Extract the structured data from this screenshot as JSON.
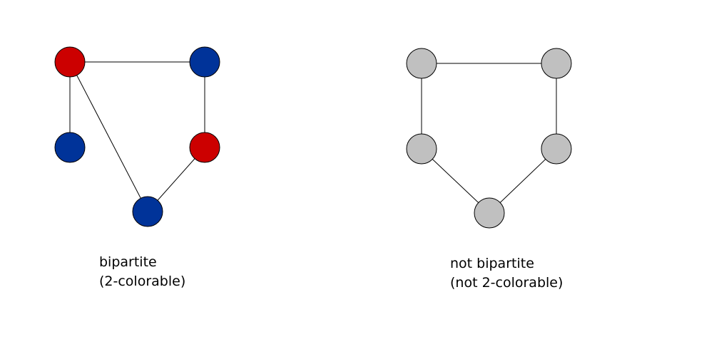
{
  "colors": {
    "red": "#cc0000",
    "blue": "#003399",
    "gray": "#c0c0c0",
    "stroke": "#000000"
  },
  "left_graph": {
    "caption_line1": "bipartite",
    "caption_line2": "(2-colorable)",
    "nodes": [
      {
        "id": "a",
        "color": "red"
      },
      {
        "id": "b",
        "color": "blue"
      },
      {
        "id": "c",
        "color": "blue"
      },
      {
        "id": "d",
        "color": "red"
      },
      {
        "id": "e",
        "color": "blue"
      }
    ],
    "edges": [
      [
        "a",
        "b"
      ],
      [
        "a",
        "c"
      ],
      [
        "a",
        "e"
      ],
      [
        "b",
        "d"
      ],
      [
        "d",
        "e"
      ]
    ]
  },
  "right_graph": {
    "caption_line1": "not bipartite",
    "caption_line2": "(not 2-colorable)",
    "nodes": [
      {
        "id": "a",
        "color": "gray"
      },
      {
        "id": "b",
        "color": "gray"
      },
      {
        "id": "c",
        "color": "gray"
      },
      {
        "id": "d",
        "color": "gray"
      },
      {
        "id": "e",
        "color": "gray"
      }
    ],
    "edges": [
      [
        "a",
        "b"
      ],
      [
        "a",
        "c"
      ],
      [
        "b",
        "d"
      ],
      [
        "c",
        "e"
      ],
      [
        "d",
        "e"
      ]
    ]
  }
}
